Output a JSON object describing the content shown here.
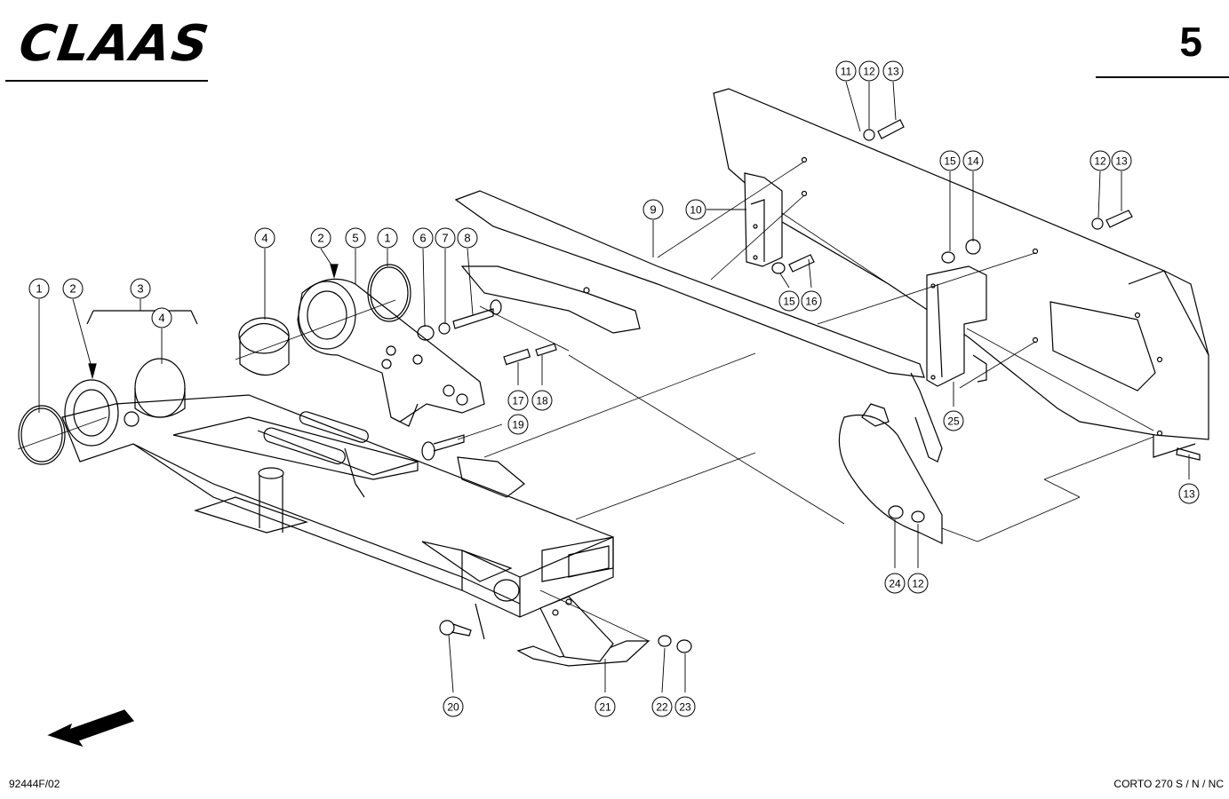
{
  "header": {
    "logo_text": "CLAAS",
    "page_number": "5"
  },
  "footer": {
    "doc_id": "92444F/02",
    "model": "CORTO 270 S / N / NC"
  },
  "callouts": [
    {
      "id": "c1a",
      "label": "1"
    },
    {
      "id": "c2a",
      "label": "2"
    },
    {
      "id": "c3",
      "label": "3"
    },
    {
      "id": "c4a",
      "label": "4"
    },
    {
      "id": "c4b",
      "label": "4"
    },
    {
      "id": "c2b",
      "label": "2"
    },
    {
      "id": "c5",
      "label": "5"
    },
    {
      "id": "c1b",
      "label": "1"
    },
    {
      "id": "c6",
      "label": "6"
    },
    {
      "id": "c7",
      "label": "7"
    },
    {
      "id": "c8",
      "label": "8"
    },
    {
      "id": "c9",
      "label": "9"
    },
    {
      "id": "c10",
      "label": "10"
    },
    {
      "id": "c11",
      "label": "11"
    },
    {
      "id": "c12a",
      "label": "12"
    },
    {
      "id": "c13a",
      "label": "13"
    },
    {
      "id": "c15a",
      "label": "15"
    },
    {
      "id": "c14",
      "label": "14"
    },
    {
      "id": "c12b",
      "label": "12"
    },
    {
      "id": "c13b",
      "label": "13"
    },
    {
      "id": "c15b",
      "label": "15"
    },
    {
      "id": "c16",
      "label": "16"
    },
    {
      "id": "c17",
      "label": "17"
    },
    {
      "id": "c18",
      "label": "18"
    },
    {
      "id": "c19",
      "label": "19"
    },
    {
      "id": "c25",
      "label": "25"
    },
    {
      "id": "c13c",
      "label": "13"
    },
    {
      "id": "c24",
      "label": "24"
    },
    {
      "id": "c12c",
      "label": "12"
    },
    {
      "id": "c20",
      "label": "20"
    },
    {
      "id": "c21",
      "label": "21"
    },
    {
      "id": "c22",
      "label": "22"
    },
    {
      "id": "c23",
      "label": "23"
    }
  ],
  "icons": {
    "direction_arrow": "arrow-down-left-icon"
  }
}
